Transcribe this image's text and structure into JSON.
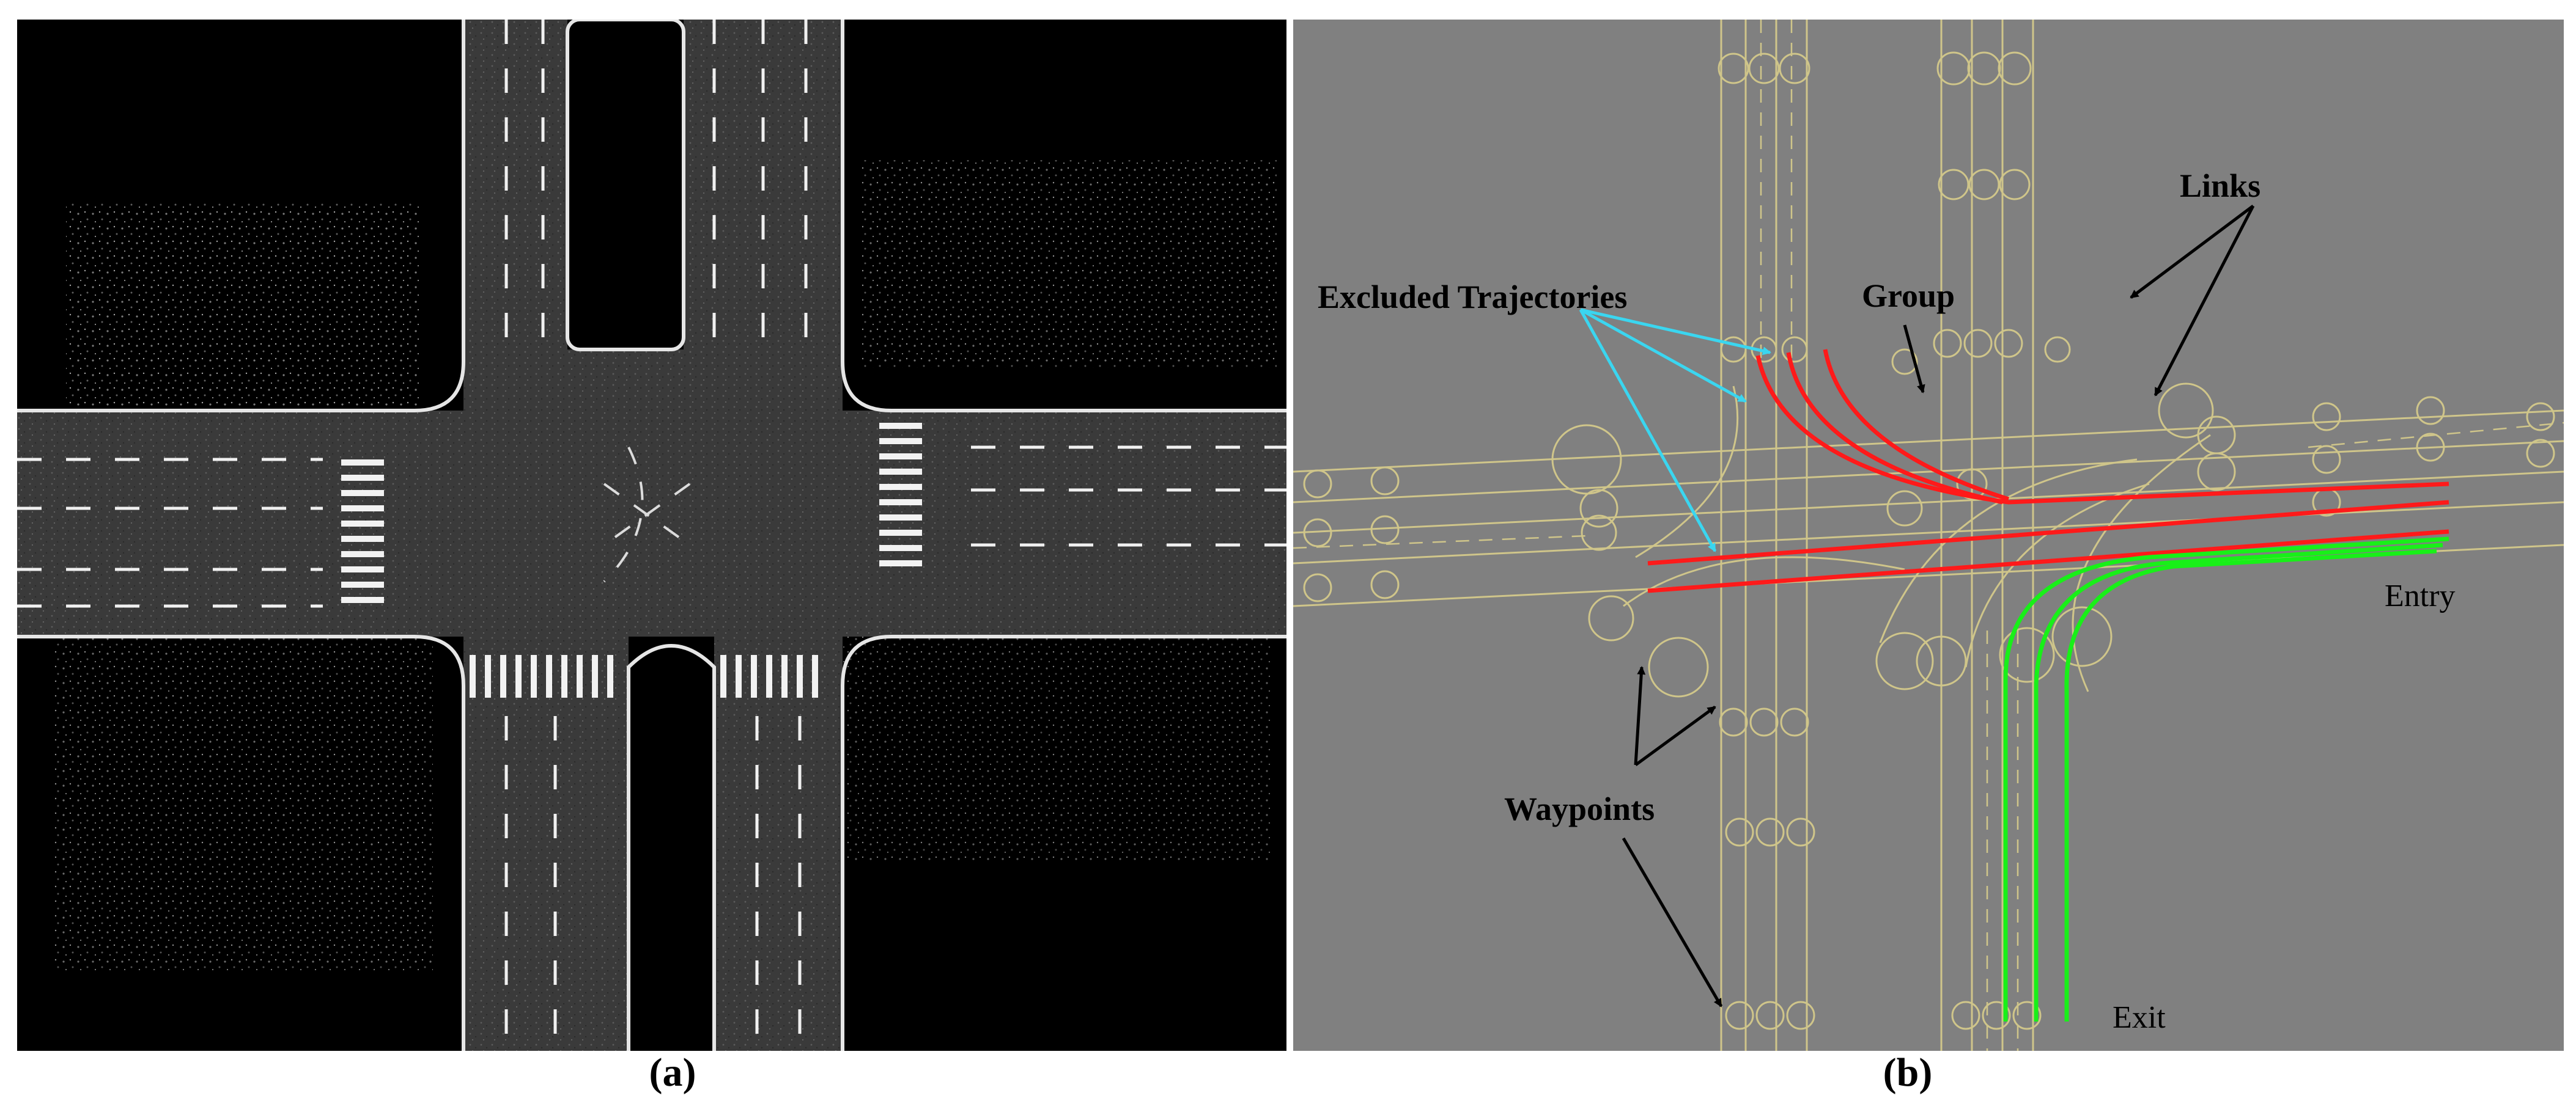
{
  "figure": {
    "panel_a": {
      "caption": "(a)"
    },
    "panel_b": {
      "caption": "(b)",
      "labels": {
        "excluded": "Excluded Trajectories",
        "group": "Group",
        "links": "Links",
        "entry": "Entry",
        "waypoints": "Waypoints",
        "exit": "Exit"
      }
    },
    "colors": {
      "excluded_trajectory": "#ff1a1a",
      "included_trajectory": "#18f018",
      "waypoint_outline": "#cfc58a",
      "callout_cyan": "#3ad6f0",
      "callout_black": "#000000",
      "map_background": "#808080",
      "pointcloud_background": "#000000"
    }
  }
}
